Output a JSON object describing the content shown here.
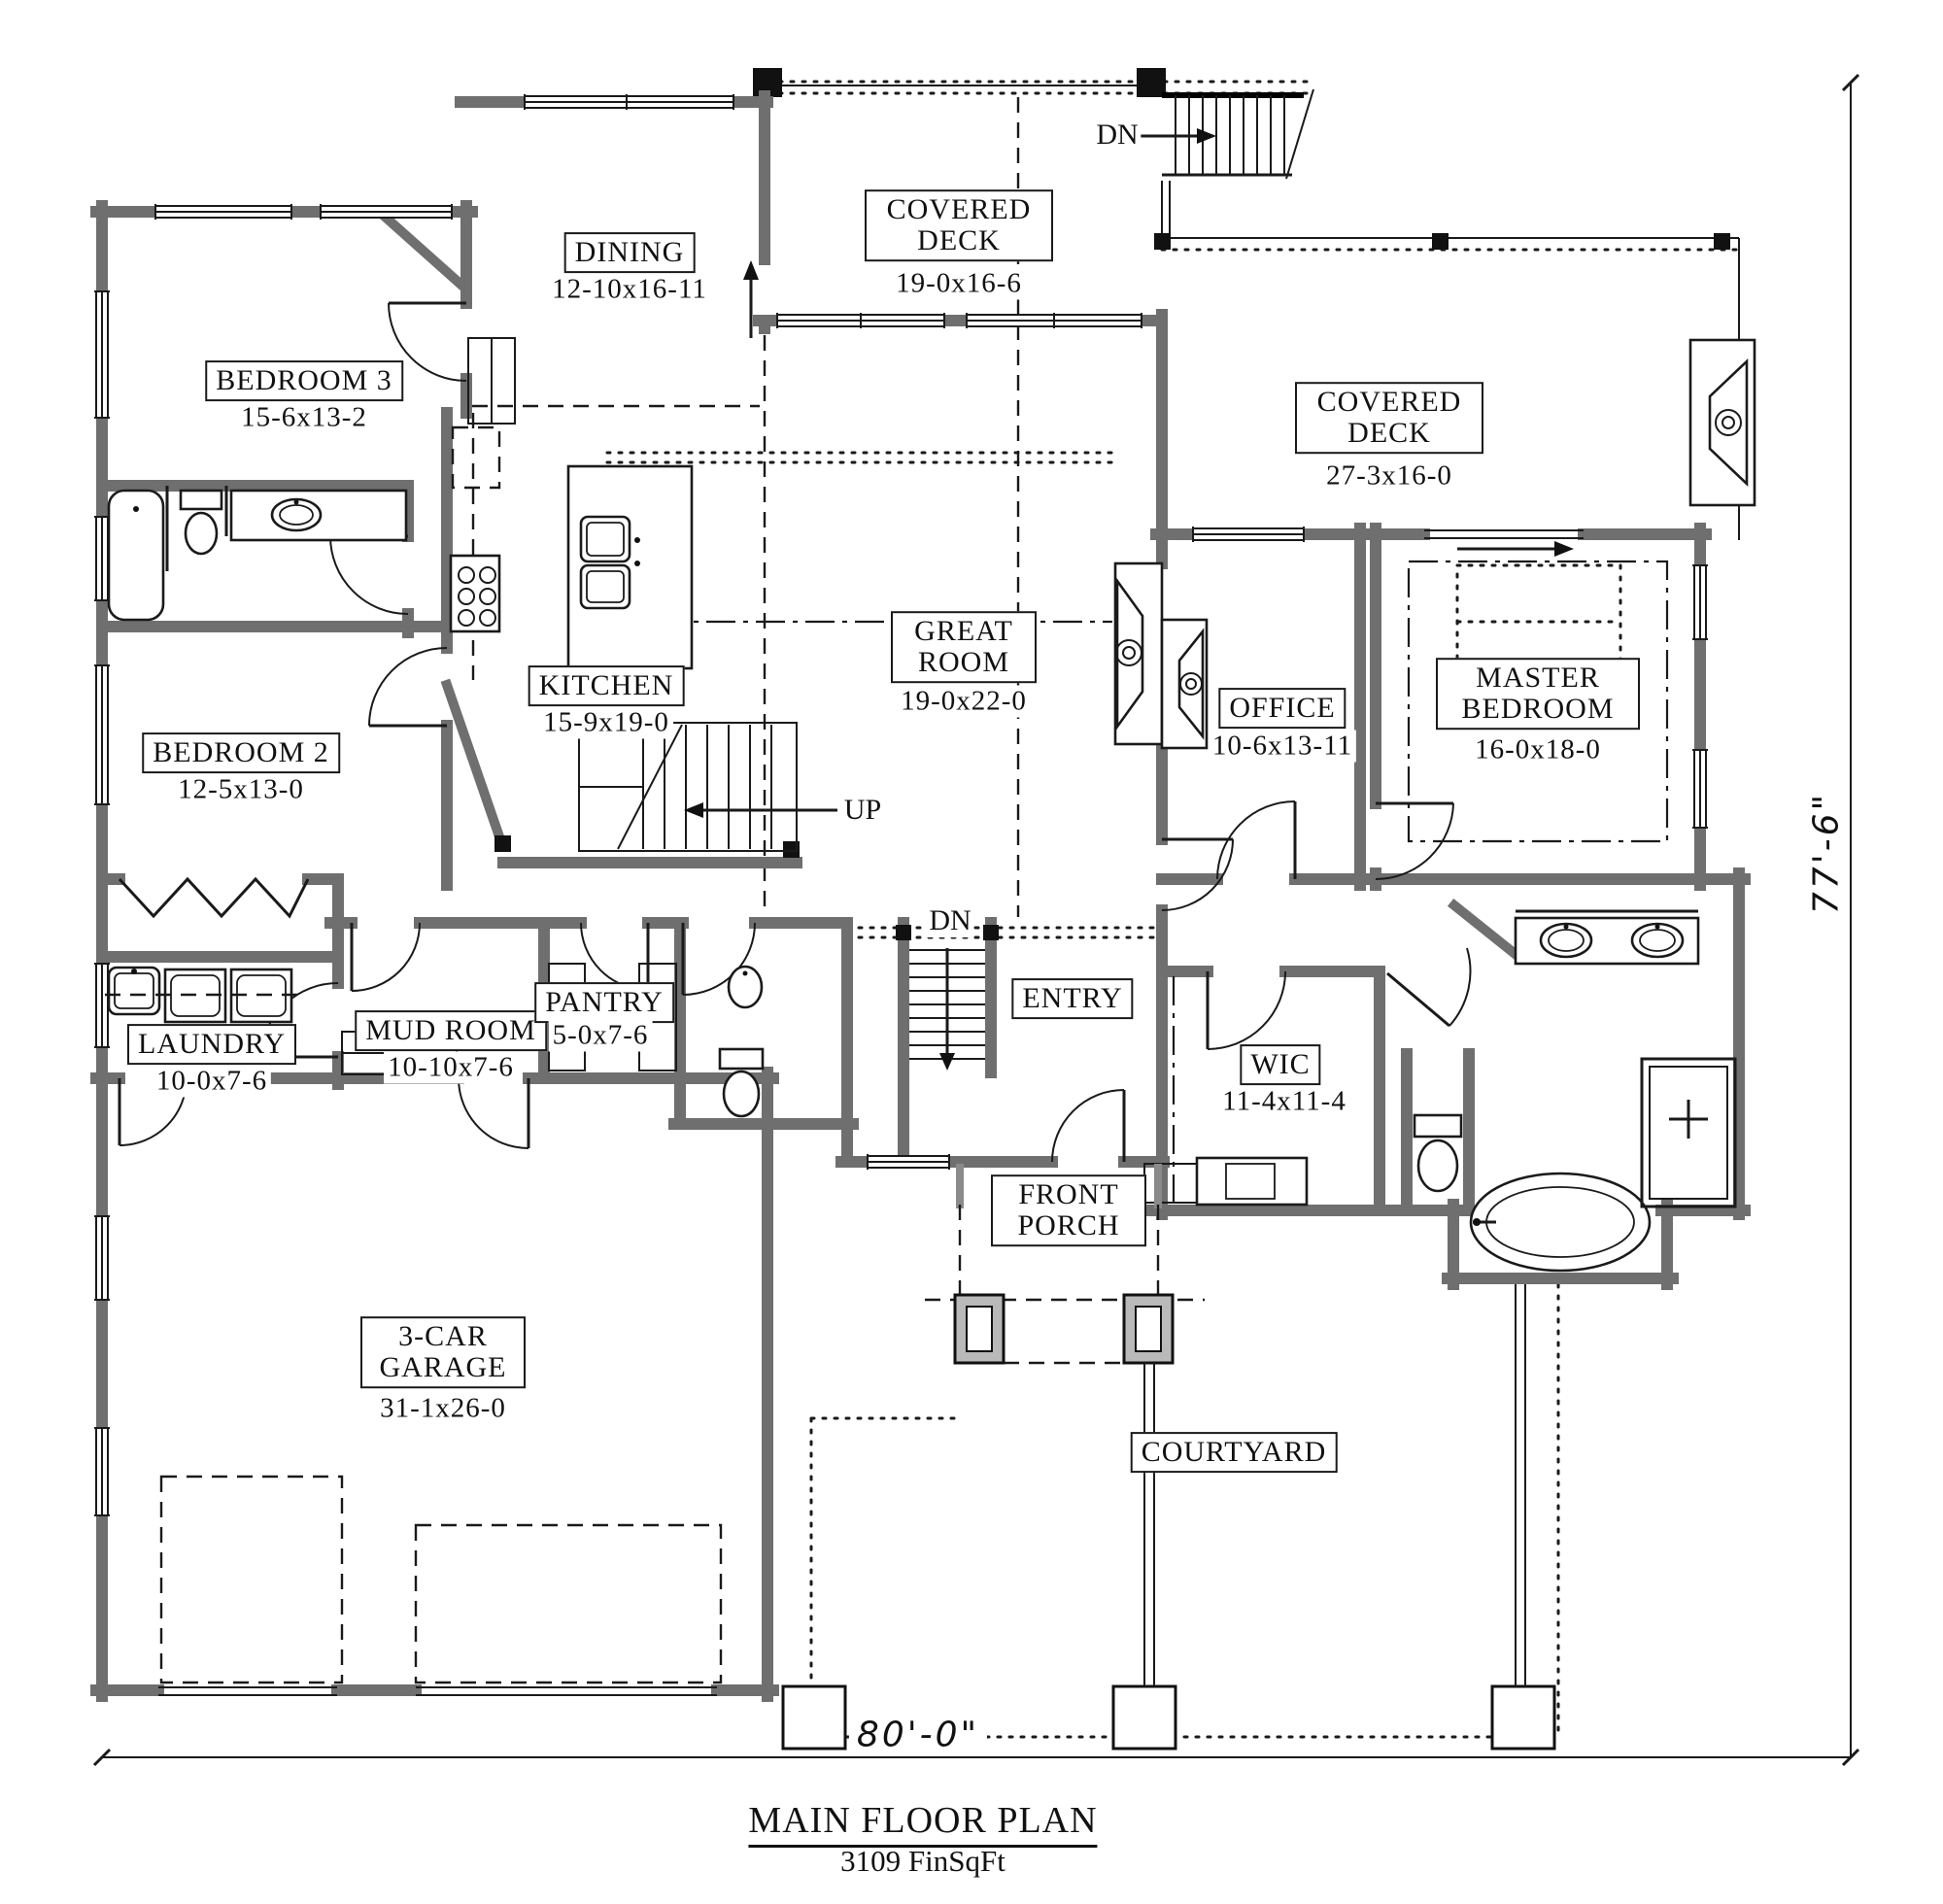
{
  "plan": {
    "title": "MAIN FLOOR PLAN",
    "subtitle": "3109 FinSqFt",
    "overall_dimensions": {
      "width": "80'-0\"",
      "height": "77'-6\""
    },
    "stairs": {
      "up_label": "UP",
      "down_label": "DN"
    },
    "colors": {
      "wall_gray": "#6f6f6f",
      "line_black": "#1a1a1a",
      "background": "#ffffff"
    },
    "rooms": {
      "bedroom3": {
        "name": "BEDROOM 3",
        "dims": "15-6x13-2"
      },
      "dining": {
        "name": "DINING",
        "dims": "12-10x16-11"
      },
      "covered_deck_top": {
        "name": "COVERED DECK",
        "dims": "19-0x16-6"
      },
      "covered_deck_right": {
        "name": "COVERED DECK",
        "dims": "27-3x16-0"
      },
      "great_room": {
        "name": "GREAT ROOM",
        "dims": "19-0x22-0"
      },
      "kitchen": {
        "name": "KITCHEN",
        "dims": "15-9x19-0"
      },
      "office": {
        "name": "OFFICE",
        "dims": "10-6x13-11"
      },
      "master_bedroom": {
        "name": "MASTER BEDROOM",
        "dims": "16-0x18-0"
      },
      "bedroom2": {
        "name": "BEDROOM 2",
        "dims": "12-5x13-0"
      },
      "laundry": {
        "name": "LAUNDRY",
        "dims": "10-0x7-6"
      },
      "mud_room": {
        "name": "MUD ROOM",
        "dims": "10-10x7-6"
      },
      "pantry": {
        "name": "PANTRY",
        "dims": "5-0x7-6"
      },
      "entry": {
        "name": "ENTRY"
      },
      "wic": {
        "name": "WIC",
        "dims": "11-4x11-4"
      },
      "front_porch": {
        "name": "FRONT PORCH"
      },
      "garage": {
        "name": "3-CAR GARAGE",
        "dims": "31-1x26-0"
      },
      "courtyard": {
        "name": "COURTYARD"
      }
    }
  }
}
